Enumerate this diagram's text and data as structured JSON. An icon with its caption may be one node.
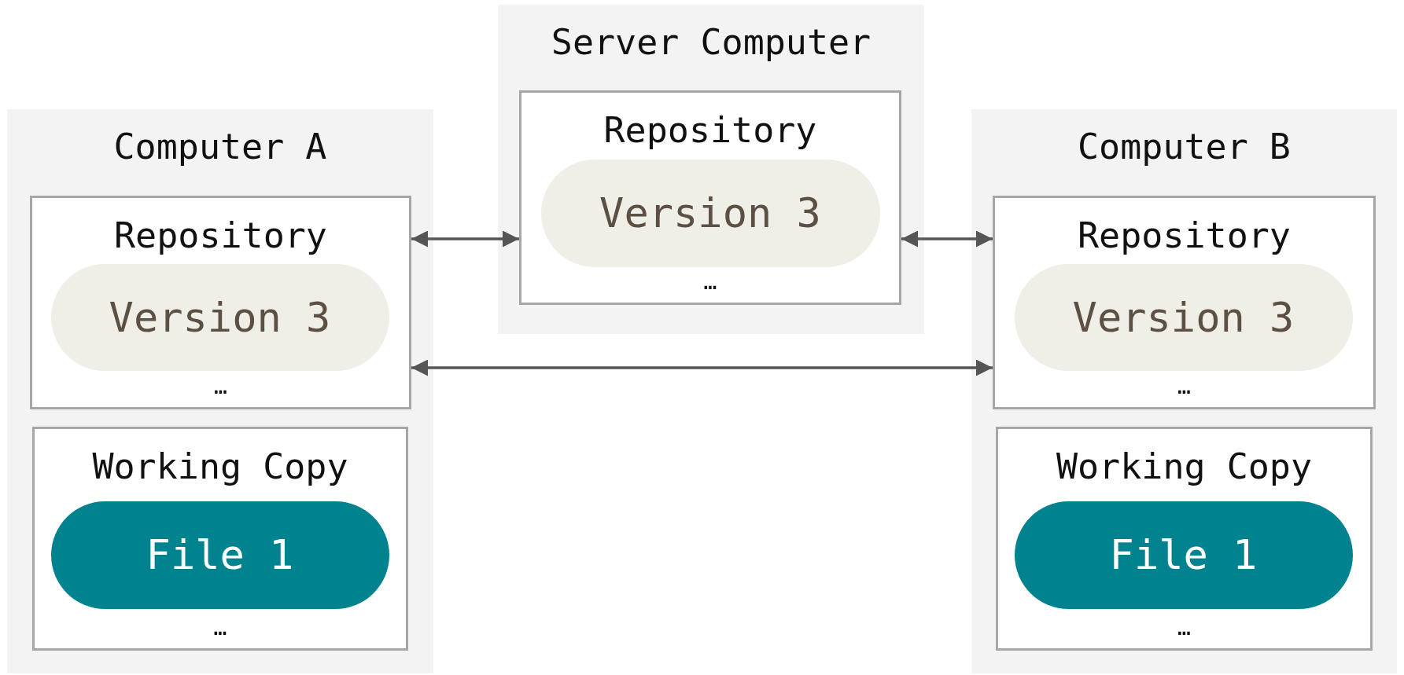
{
  "diagram": {
    "nodes": [
      {
        "text": [
          "Computer A"
        ]
      },
      {
        "text": [
          "Repository",
          "…"
        ],
        "in": 0
      },
      {
        "text": [
          "Version 3"
        ],
        "in": 1
      },
      {
        "text": [
          "Working Copy",
          "…"
        ],
        "in": 0
      },
      {
        "text": [
          "File 1"
        ],
        "in": 3
      },
      {
        "text": [
          "Server Computer"
        ]
      },
      {
        "text": [
          "Repository",
          "…"
        ],
        "in": 5
      },
      {
        "text": [
          "Version 3"
        ],
        "in": 6
      },
      {
        "text": [
          "Computer B"
        ]
      },
      {
        "text": [
          "Repository",
          "…"
        ],
        "in": 8
      },
      {
        "text": [
          "Version 3"
        ],
        "in": 9
      },
      {
        "text": [
          "Working Copy",
          "…"
        ],
        "in": 8
      },
      {
        "text": [
          "File 1"
        ],
        "in": 11
      }
    ],
    "edges": [
      {
        "from": 1,
        "to": 6,
        "arrow": "both"
      },
      {
        "from": 6,
        "to": 9,
        "arrow": "both"
      },
      {
        "from": 1,
        "to": 9,
        "arrow": "both"
      }
    ]
  }
}
